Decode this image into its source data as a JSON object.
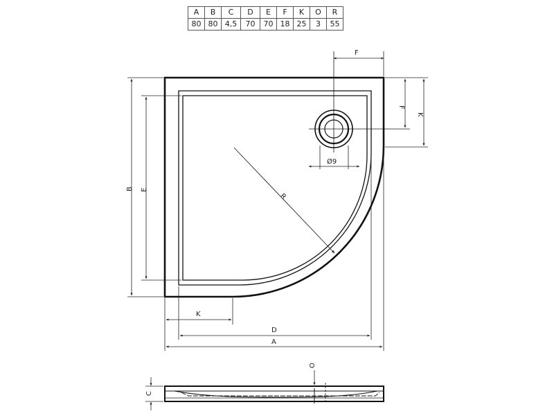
{
  "table": {
    "headers": [
      "A",
      "B",
      "C",
      "D",
      "E",
      "F",
      "K",
      "O",
      "R"
    ],
    "values": [
      "80",
      "80",
      "4,5",
      "70",
      "70",
      "18",
      "25",
      "3",
      "55"
    ]
  },
  "labels": {
    "a": "A",
    "b": "B",
    "c": "C",
    "d": "D",
    "e": "E",
    "f_top": "F",
    "f_side": "F",
    "k_side": "K",
    "k_bottom": "K",
    "r": "R",
    "o": "O",
    "drain_diameter": "Ø9"
  }
}
